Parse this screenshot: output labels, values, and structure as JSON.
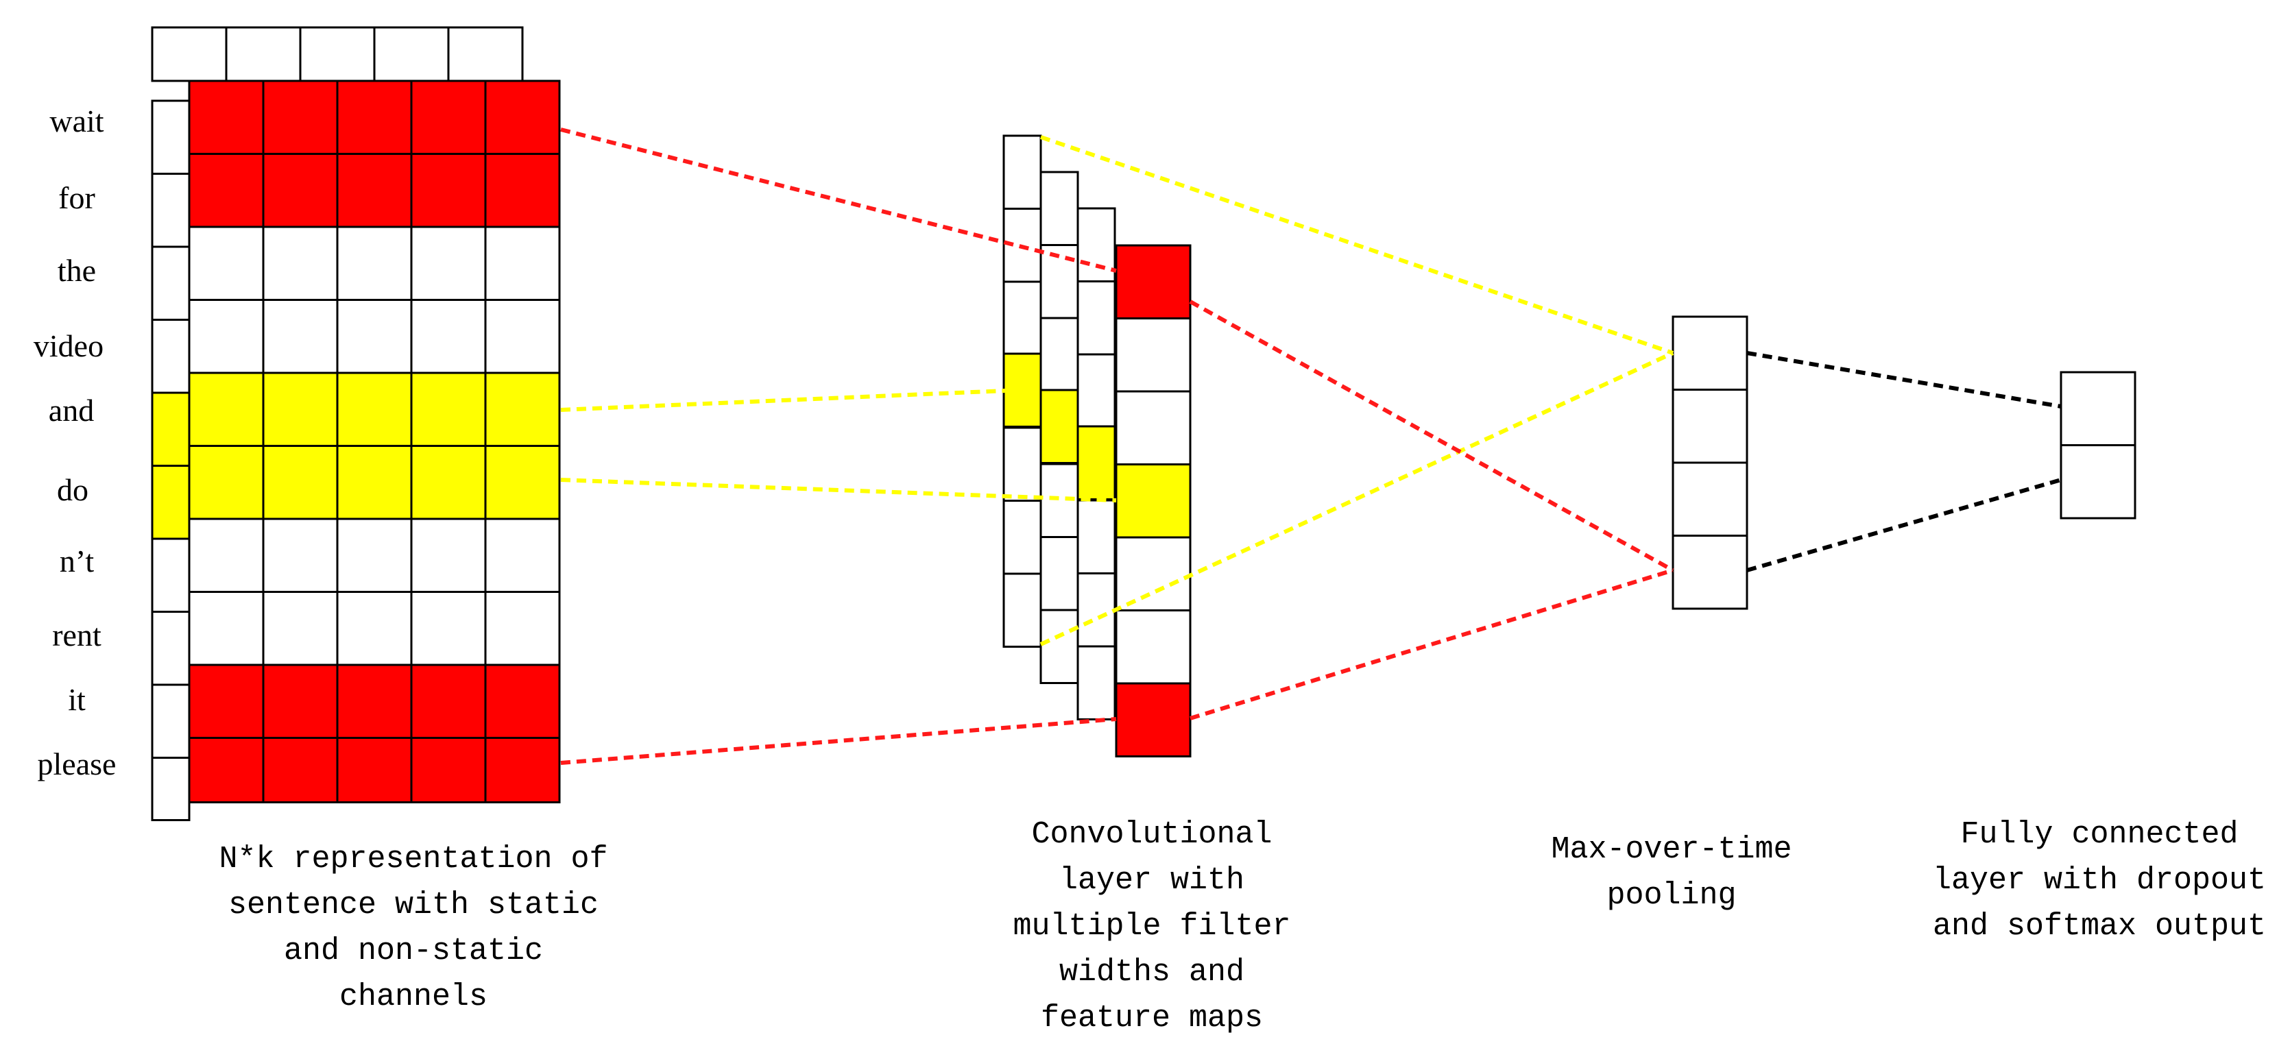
{
  "words": [
    "wait",
    "for",
    "the",
    "video",
    "and",
    "do",
    "n’t",
    "rent",
    "it",
    "please"
  ],
  "captions": {
    "input": [
      "N*k representation of",
      "sentence with static",
      "and non-static",
      "channels"
    ],
    "conv": [
      "Convolutional",
      "layer with",
      "multiple filter",
      "widths and",
      "feature maps"
    ],
    "pool": [
      "Max-over-time",
      "pooling"
    ],
    "fc": [
      "Fully connected",
      "layer with dropout",
      "and softmax output"
    ]
  },
  "input_matrix": {
    "rows": 10,
    "cols": 5,
    "row_colors": [
      "red",
      "red",
      "white",
      "white",
      "yellow",
      "yellow",
      "white",
      "white",
      "red",
      "red"
    ]
  },
  "back_channel": {
    "cells": 10,
    "highlighted_cells": [
      4,
      5
    ]
  },
  "feature_maps": [
    {
      "cells": 7,
      "highlighted_cells": [
        3
      ]
    },
    {
      "cells": 7,
      "highlighted_cells": [
        3
      ]
    },
    {
      "cells": 7,
      "highlighted_cells": [
        3
      ]
    },
    {
      "cells": 7,
      "highlighted_cells": [
        3
      ]
    }
  ],
  "front_feature_map": {
    "cells": 7,
    "red_cells": [
      0,
      6
    ],
    "yellow_cells": [
      3
    ]
  },
  "pooling_cells": 4,
  "output_cells": 2,
  "colors": {
    "red": "#ff0000",
    "yellow": "#ffff00",
    "white": "#ffffff",
    "black": "#000000",
    "line_red": "#ff1a1a",
    "line_yellow": "#ffff00"
  }
}
